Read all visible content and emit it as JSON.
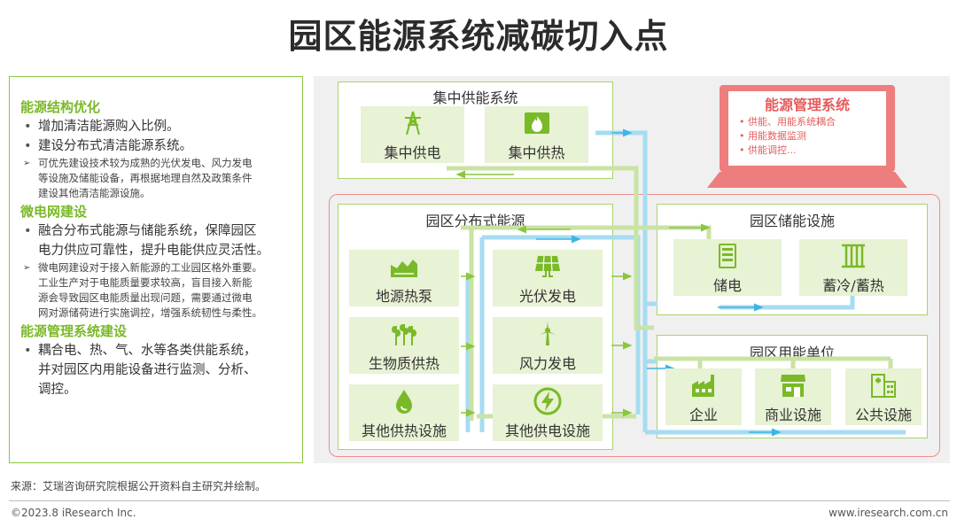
{
  "title": "园区能源系统减碳切入点",
  "left": {
    "s1_heading": "能源结构优化",
    "s1_b1": "增加清洁能源购入比例。",
    "s1_b2": "建设分布式清洁能源系统。",
    "s1_sub": [
      "可优先建设技术较为成熟的光伏发电、风力发电",
      "等设施及储能设备，再根据地理自然及政策条件",
      "建设其他清洁能源设施。"
    ],
    "s2_heading": "微电网建设",
    "s2_b1": [
      "融合分布式能源与储能系统，保障园区",
      "电力供应可靠性，提升电能供应灵活性。"
    ],
    "s2_sub": [
      "微电网建设对于接入新能源的工业园区格外重要。",
      "工业生产对于电能质量要求较高，盲目接入新能",
      "源会导致园区电能质量出现问题，需要通过微电",
      "网对源储荷进行实施调控，增强系统韧性与柔性。"
    ],
    "s3_heading": "能源管理系统建设",
    "s3_b1": [
      "耦合电、热、气、水等各类供能系统，",
      "并对园区内用能设备进行监测、分析、",
      "调控。"
    ]
  },
  "diagram": {
    "central": {
      "title": "集中供能系统",
      "items": [
        {
          "label": "集中供电",
          "icon": "power-tower-icon"
        },
        {
          "label": "集中供热",
          "icon": "heating-flame-icon"
        }
      ]
    },
    "ems": {
      "title": "能源管理系统",
      "items": [
        "供能、用能系统耦合",
        "用能数据监测",
        "供能调控..."
      ]
    },
    "distributed": {
      "title": "园区分布式能源",
      "items": [
        {
          "label": "地源热泵",
          "icon": "geothermal-icon"
        },
        {
          "label": "光伏发电",
          "icon": "solar-panel-icon"
        },
        {
          "label": "生物质供热",
          "icon": "biomass-icon"
        },
        {
          "label": "风力发电",
          "icon": "wind-turbine-icon"
        },
        {
          "label": "其他供热设施",
          "icon": "droplet-flame-icon"
        },
        {
          "label": "其他供电设施",
          "icon": "lightning-icon"
        }
      ]
    },
    "storage": {
      "title": "园区储能设施",
      "items": [
        {
          "label": "储电",
          "icon": "battery-icon"
        },
        {
          "label": "蓄冷/蓄热",
          "icon": "thermal-storage-icon"
        }
      ]
    },
    "consumers": {
      "title": "园区用能单位",
      "items": [
        {
          "label": "企业",
          "icon": "factory-icon"
        },
        {
          "label": "商业设施",
          "icon": "shop-icon"
        },
        {
          "label": "公共设施",
          "icon": "public-building-icon"
        }
      ]
    },
    "colors": {
      "electricity_flow": "#a6dcf2",
      "heat_flow": "#c9e3a4",
      "accent_green": "#8cc63f",
      "ems_red": "#ee7d7d"
    }
  },
  "footer": {
    "source": "来源：艾瑞咨询研究院根据公开资料自主研究并绘制。",
    "copyright": "©2023.8 iResearch Inc.",
    "website": "www.iresearch.com.cn"
  }
}
